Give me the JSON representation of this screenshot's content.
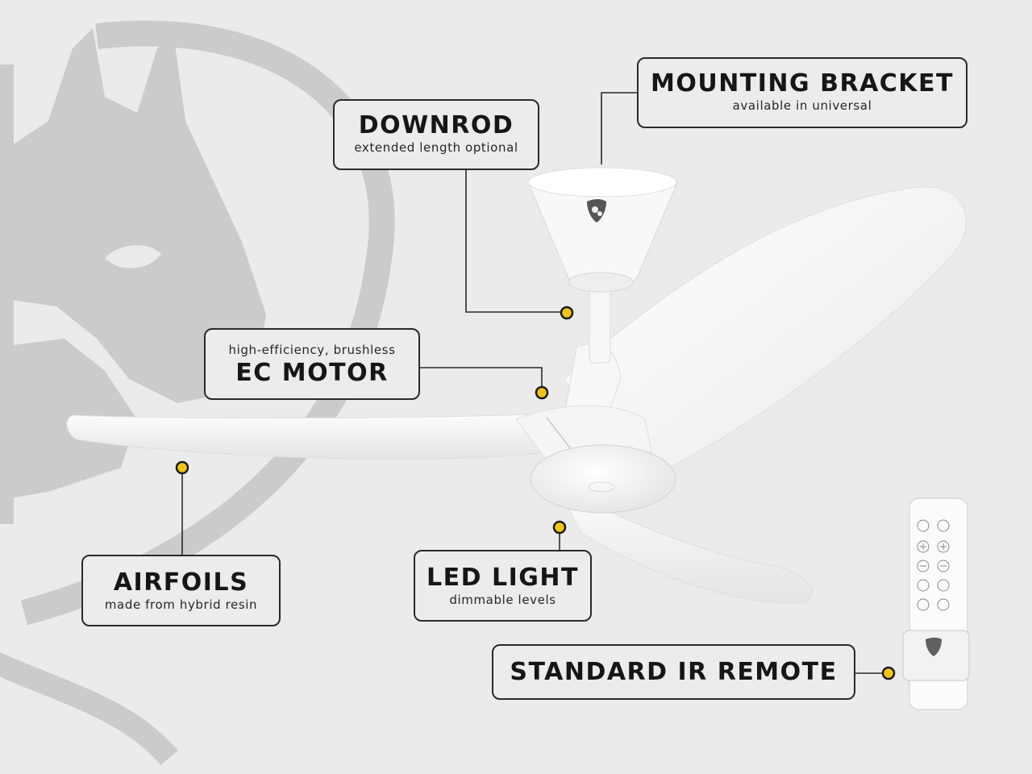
{
  "callouts": {
    "mounting_bracket": {
      "title": "MOUNTING BRACKET",
      "subtitle": "available in universal"
    },
    "downrod": {
      "title": "DOWNROD",
      "subtitle": "extended length optional"
    },
    "ec_motor": {
      "title": "EC MOTOR",
      "subtitle": "high-efficiency, brushless"
    },
    "airfoils": {
      "title": "AIRFOILS",
      "subtitle": "made from hybrid resin"
    },
    "led_light": {
      "title": "LED LIGHT",
      "subtitle": "dimmable levels"
    },
    "remote": {
      "title": "STANDARD IR REMOTE"
    }
  },
  "icons": {
    "watermark": "donkey-logo-watermark",
    "canopy_logo": "donkey-logo-icon",
    "remote_icons": [
      "fan-icon",
      "light-icon",
      "plus-icon",
      "minus-icon",
      "timer-icon",
      "moon-icon"
    ]
  },
  "colors": {
    "background": "#ebebeb",
    "watermark": "#c8c8c8",
    "callout_border": "#2a2a2a",
    "leader_line": "#2a2a2a",
    "marker_fill": "#f2c418",
    "product_white": "#fbfbfb"
  }
}
